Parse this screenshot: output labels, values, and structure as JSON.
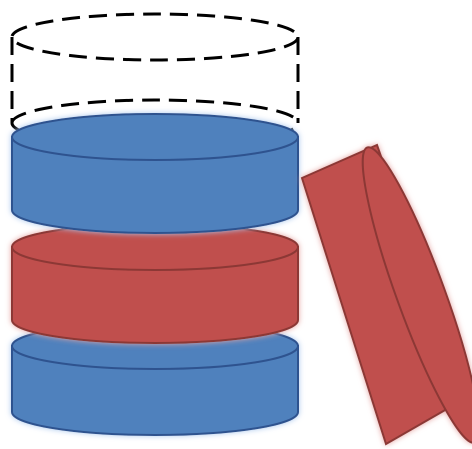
{
  "diagram": {
    "description_items": [
      {
        "name": "empty-slot-cylinder",
        "style": "dashed-outline",
        "color": "#000000"
      },
      {
        "name": "top-blue-disk",
        "color": "#4F81BD",
        "edge": "#2F528F",
        "glow": "#A9C7EE"
      },
      {
        "name": "middle-red-disk",
        "color": "#C0504D",
        "edge": "#8C3836",
        "glow": "#E6A3A1"
      },
      {
        "name": "bottom-blue-disk",
        "color": "#4F81BD",
        "edge": "#2F528F",
        "glow": "#A9C7EE"
      },
      {
        "name": "tilted-red-disk",
        "color": "#C0504D",
        "edge": "#8C3836",
        "glow": "#E6A3A1"
      }
    ]
  }
}
